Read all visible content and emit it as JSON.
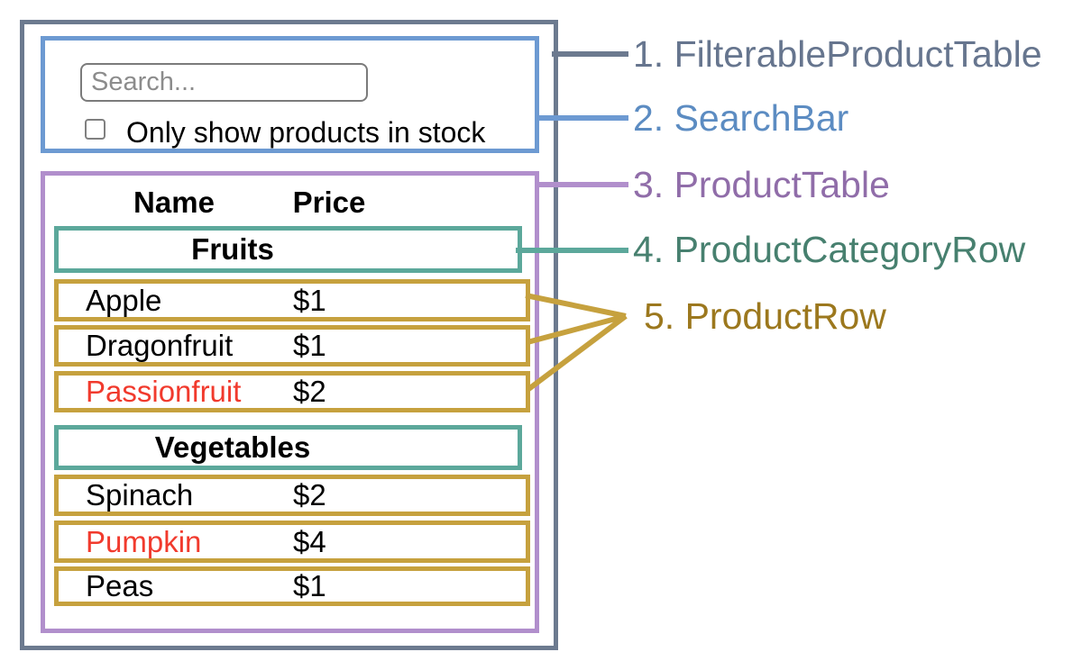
{
  "searchbar": {
    "search_placeholder": "Search...",
    "checkbox_label": "Only show products in stock",
    "checkbox_checked": false
  },
  "product_table": {
    "columns": [
      "Name",
      "Price"
    ],
    "sections": [
      {
        "category": "Fruits",
        "rows": [
          {
            "name": "Apple",
            "price": "$1",
            "red": false
          },
          {
            "name": "Dragonfruit",
            "price": "$1",
            "red": false
          },
          {
            "name": "Passionfruit",
            "price": "$2",
            "red": true
          }
        ]
      },
      {
        "category": "Vegetables",
        "rows": [
          {
            "name": "Spinach",
            "price": "$2",
            "red": false
          },
          {
            "name": "Pumpkin",
            "price": "$4",
            "red": true
          },
          {
            "name": "Peas",
            "price": "$1",
            "red": false
          }
        ]
      }
    ]
  },
  "legend": [
    {
      "text": "1. FilterableProductTable",
      "color": "#66758E"
    },
    {
      "text": "2. SearchBar",
      "color": "#5C8CC2"
    },
    {
      "text": "3. ProductTable",
      "color": "#906DA9"
    },
    {
      "text": "4. ProductCategoryRow",
      "color": "#47806F"
    },
    {
      "text": "5. ProductRow",
      "color": "#9C781E"
    }
  ],
  "colors": {
    "filterable_product_table_border": "#6C7A8F",
    "search_bar_border": "#6D9AD2",
    "product_table_border": "#B18FCC",
    "product_category_row_border": "#5CA89B",
    "product_row_border": "#C6A13E",
    "out_of_stock_text": "#F13A2D"
  }
}
